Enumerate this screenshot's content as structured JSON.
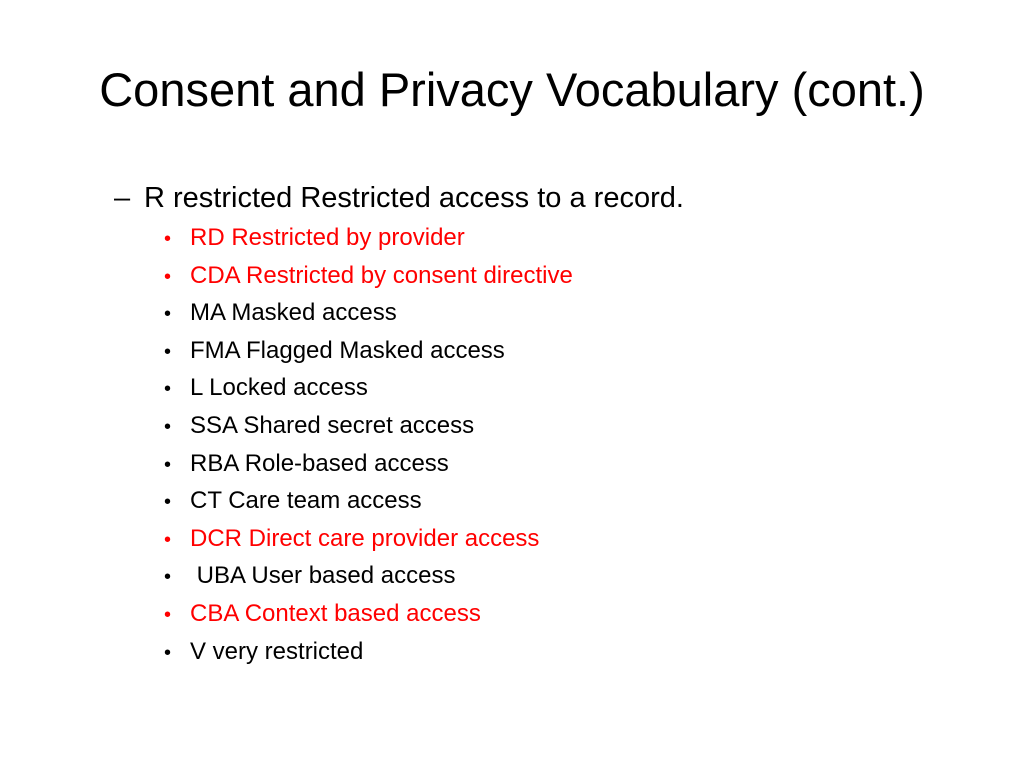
{
  "slide": {
    "title": "Consent and Privacy Vocabulary (cont.)",
    "main_point": {
      "marker": "–",
      "text": "R restricted Restricted access to a record."
    },
    "bullet_char": "•",
    "colors": {
      "highlight": "#ff0000",
      "normal": "#000000"
    },
    "items": [
      {
        "text": "RD Restricted by provider",
        "color": "#ff0000"
      },
      {
        "text": "CDA Restricted by consent directive",
        "color": "#ff0000"
      },
      {
        "text": "MA Masked access",
        "color": "#000000"
      },
      {
        "text": "FMA Flagged Masked access",
        "color": "#000000"
      },
      {
        "text": "L Locked access",
        "color": "#000000"
      },
      {
        "text": "SSA Shared secret access",
        "color": "#000000"
      },
      {
        "text": "RBA Role-based access",
        "color": "#000000"
      },
      {
        "text": "CT Care team access",
        "color": "#000000"
      },
      {
        "text": "DCR Direct care provider access",
        "color": "#ff0000"
      },
      {
        "text": " UBA User based access",
        "color": "#000000"
      },
      {
        "text": "CBA Context based access",
        "color": "#ff0000"
      },
      {
        "text": "V very restricted",
        "color": "#000000"
      }
    ]
  }
}
